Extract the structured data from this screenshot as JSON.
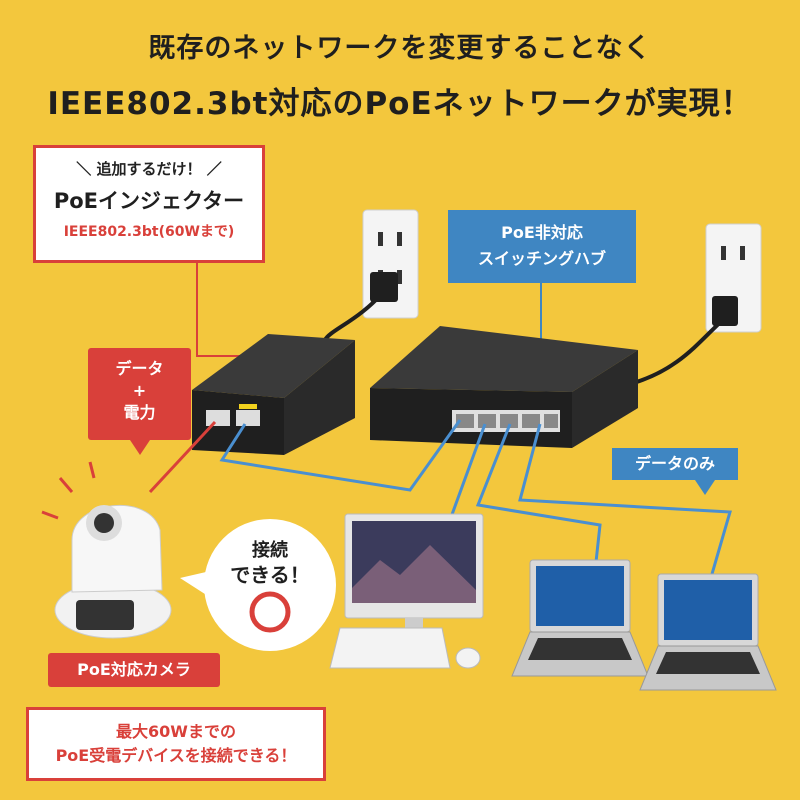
{
  "headline": {
    "line1": "既存のネットワークを変更することなく",
    "line2": "IEEE802.3bt対応のPoEネットワークが実現！"
  },
  "injector_callout": {
    "tagline": "＼ 追加するだけ！ ／",
    "title": "PoEインジェクター",
    "spec": "IEEE802.3bt(60Wまで)"
  },
  "hub_label": {
    "line1": "PoE非対応",
    "line2": "スイッチングハブ"
  },
  "data_power_label": {
    "line1": "データ",
    "line2": "+",
    "line3": "電力"
  },
  "data_only_label": "データのみ",
  "camera_label": "PoE対応カメラ",
  "connect_bubble": {
    "line1": "接続",
    "line2": "できる！",
    "mark": "○"
  },
  "camera_callout": {
    "line1": "最大60Wまでの",
    "line2": "PoE受電デバイスを接続できる！"
  },
  "colors": {
    "background": "#f3c73d",
    "accent_red": "#d9403a",
    "accent_blue": "#3f86c2",
    "cable_blue": "#4a8fd0",
    "device_black": "#2b2b2b"
  },
  "icons": [
    "power-outlet-icon",
    "power-plug-icon",
    "poe-injector-icon",
    "switching-hub-icon",
    "ip-camera-icon",
    "desktop-monitor-icon",
    "keyboard-icon",
    "mouse-icon",
    "laptop-icon"
  ]
}
